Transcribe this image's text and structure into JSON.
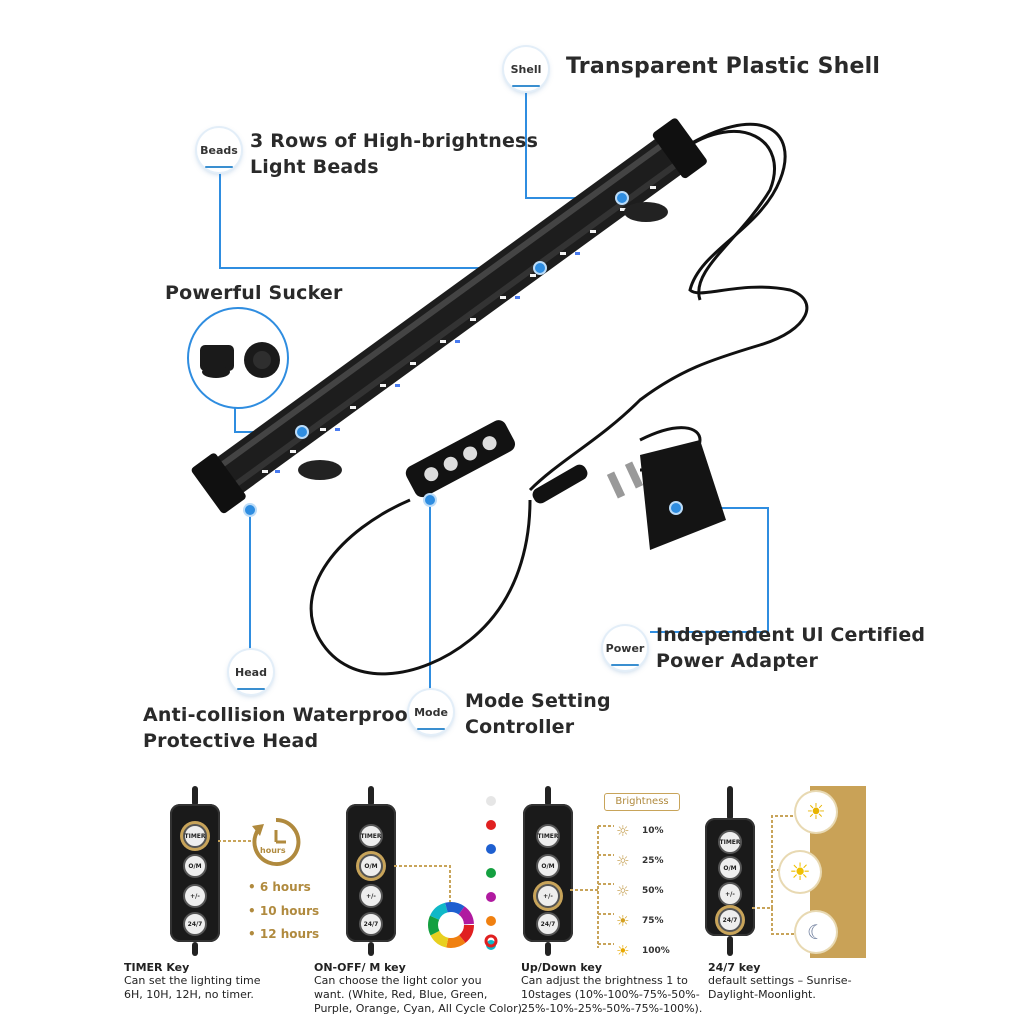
{
  "callouts": {
    "shell": {
      "badge": "Shell",
      "text": "Transparent Plastic Shell"
    },
    "beads": {
      "badge": "Beads",
      "line1": "3 Rows of High-brightness",
      "line2": "Light Beads"
    },
    "sucker": {
      "text": "Powerful Sucker"
    },
    "head": {
      "badge": "Head",
      "line1": "Anti-collision Waterproof",
      "line2": "Protective Head"
    },
    "mode": {
      "badge": "Mode",
      "line1": "Mode Setting",
      "line2": "Controller"
    },
    "power": {
      "badge": "Power",
      "line1": "Independent Ul Certified",
      "line2": "Power Adapter"
    }
  },
  "remote_buttons": {
    "timer": "TIMER",
    "mode": "O/M",
    "updown": "+/-",
    "allday": "24/7"
  },
  "timer_panel": {
    "icon_label": "hours",
    "options": [
      "6 hours",
      "10 hours",
      "12 hours"
    ],
    "title": "TIMER Key",
    "line1": "Can set the lighting time",
    "line2": "6H, 10H, 12H, no timer."
  },
  "mode_panel": {
    "colors": [
      "#e6e6e6",
      "#e02020",
      "#1e5fd0",
      "#14a040",
      "#b01aa0",
      "#f08010",
      "#10b8c8"
    ],
    "title": "ON-OFF/ M key",
    "line1": "Can choose the light color you",
    "line2": "want. (White, Red, Blue, Green,",
    "line3": "Purple, Orange, Cyan, All Cycle Color)"
  },
  "brightness_panel": {
    "header": "Brightness",
    "levels": [
      "10%",
      "25%",
      "50%",
      "75%",
      "100%"
    ],
    "title": "Up/Down key",
    "line1": "Can adjust the brightness 1 to",
    "line2": "10stages (10%-100%-75%-50%-",
    "line3": "25%-10%-25%-50%-75%-100%)."
  },
  "allday_panel": {
    "title": "24/7 key",
    "line1": "default settings – Sunrise-",
    "line2": "Daylight-Moonlight."
  },
  "colors": {
    "accent_blue": "#2f8de0",
    "gold": "#c8a45a",
    "tan_panel": "#c9a257"
  }
}
